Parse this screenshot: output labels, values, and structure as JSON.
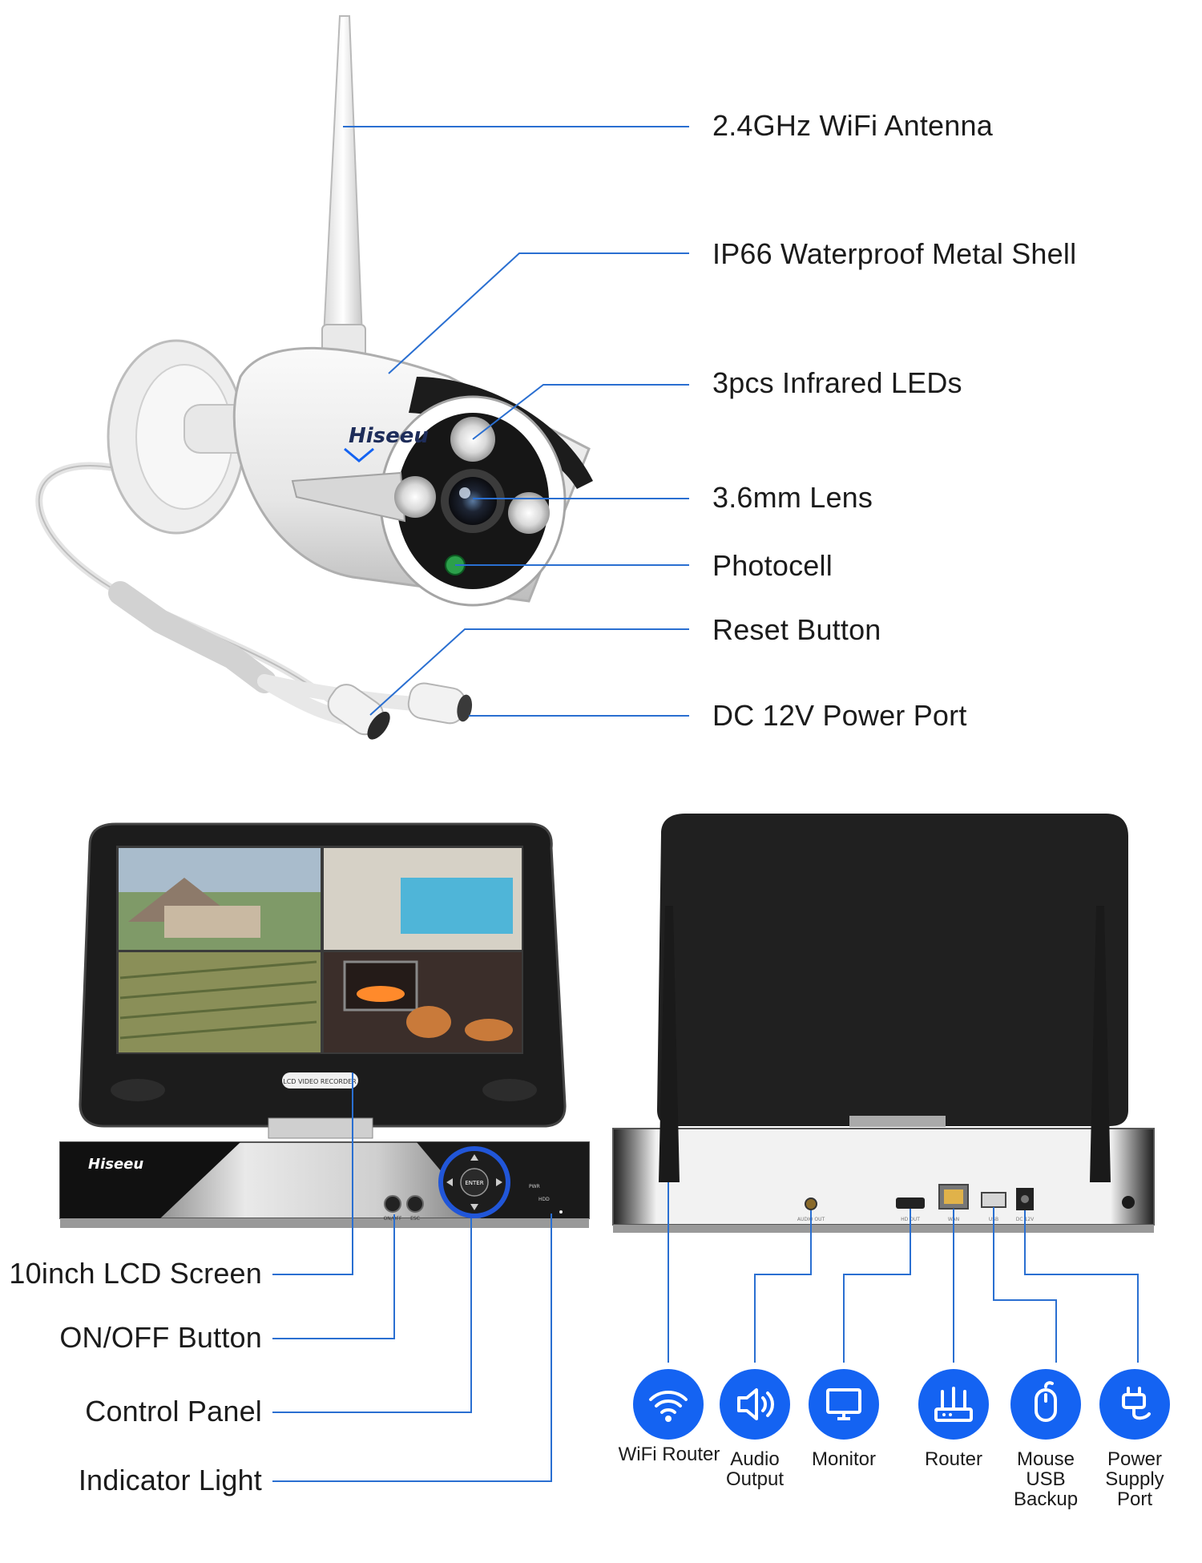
{
  "camera_callouts": [
    "2.4GHz WiFi Antenna",
    "IP66 Waterproof Metal Shell",
    "3pcs Infrared LEDs",
    "3.6mm Lens",
    "Photocell",
    "Reset Button",
    "DC 12V Power Port"
  ],
  "nvr_callouts": [
    "10inch LCD Screen",
    "ON/OFF Button",
    "Control Panel",
    "Indicator Light"
  ],
  "ports": [
    {
      "label": "WiFi Router",
      "icon": "wifi-icon"
    },
    {
      "label": "Audio Output",
      "icon": "speaker-icon"
    },
    {
      "label": "Monitor",
      "icon": "monitor-icon"
    },
    {
      "label": "Router",
      "icon": "router-icon"
    },
    {
      "label": "Mouse USB Backup",
      "icon": "mouse-icon"
    },
    {
      "label": "Power Supply Port",
      "icon": "power-plug-icon"
    }
  ],
  "branding": {
    "camera_logo": "Hiseeu",
    "nvr_logo": "Hiseeu",
    "lcd_badge": "LCD VIDEO RECORDER",
    "enter_button": "ENTER",
    "front_labels": [
      "ON/OFF",
      "ESC",
      "PWR",
      "HDD"
    ],
    "rear_labels": [
      "AUDIO OUT",
      "HD OUT",
      "WAN",
      "USB",
      "DC 12V"
    ]
  },
  "colors": {
    "leader_line": "#2a6fd1",
    "icon_blue": "#1463f2"
  }
}
